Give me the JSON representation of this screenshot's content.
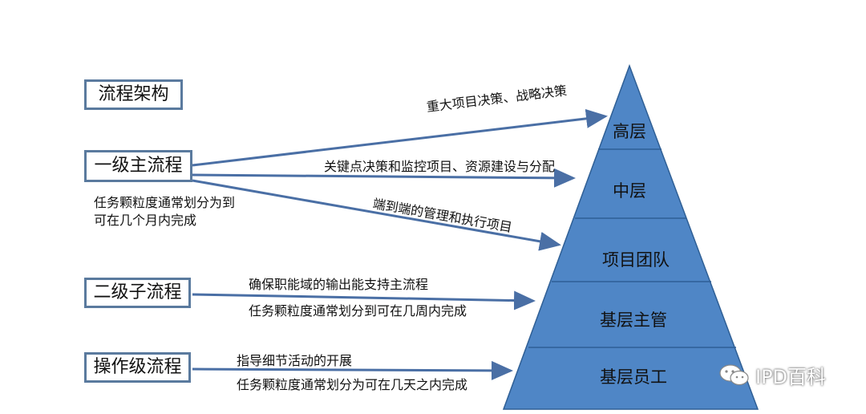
{
  "labels": {
    "architecture": "流程架构",
    "level1": "一级主流程",
    "level2": "二级子流程",
    "operation": "操作级流程"
  },
  "level1_note": [
    "任务颗粒度通常划分为到",
    "可在几个月内完成"
  ],
  "arrows": {
    "a1": "重大项目决策、战略决策",
    "a2": "关键点决策和监控项目、资源建设与分配",
    "a3": "端到端的管理和执行项目",
    "a4_top": "确保职能域的输出能支持主流程",
    "a4_bottom": "任务颗粒度通常划分到可在几周内完成",
    "a5_top": "指导细节活动的开展",
    "a5_bottom": "任务颗粒度通常划分为可在几天之内完成"
  },
  "pyramid": {
    "levels": [
      "高层",
      "中层",
      "项目团队",
      "基层主管",
      "基层员工"
    ],
    "fill_color": "#4f86c6",
    "line_color": "#2f5f95"
  },
  "arrow_color": "#4a6fa5",
  "watermark": {
    "icon": "wechat-icon",
    "text": "IPD百科"
  }
}
